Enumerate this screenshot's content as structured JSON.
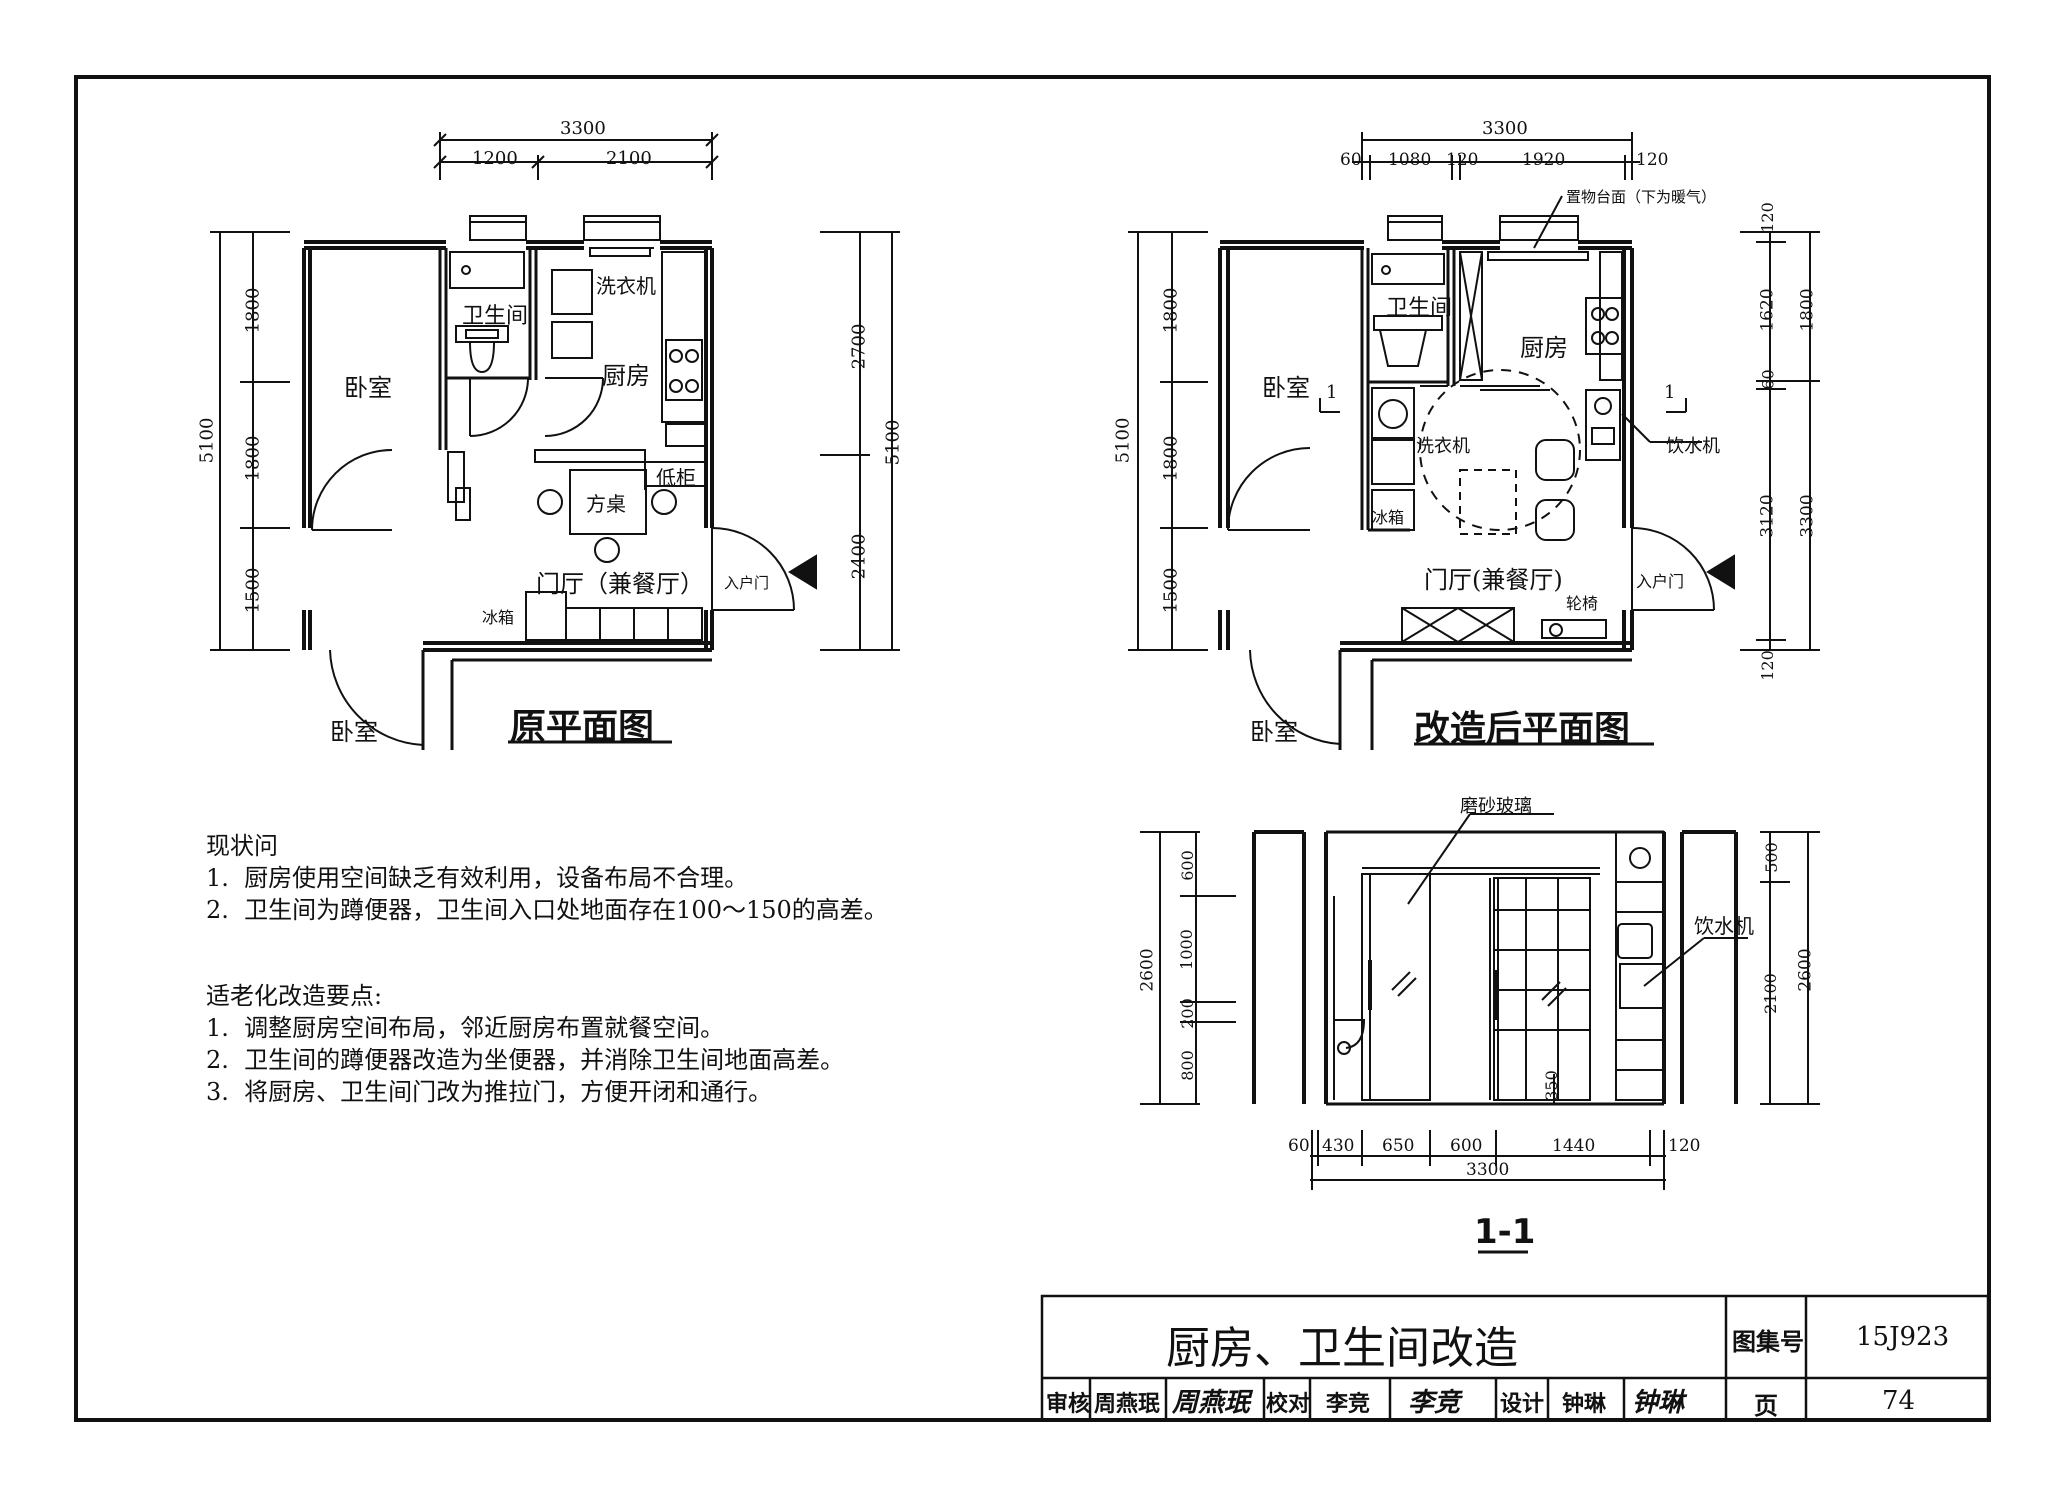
{
  "plans": {
    "original": {
      "title": "原平面图",
      "dims": {
        "overall": "3300",
        "seg1": "1200",
        "seg2": "2100",
        "left_total": "5100",
        "left1": "1800",
        "left2": "1800",
        "left3": "1500",
        "right1": "2700",
        "right2": "2400",
        "right_total": "5100"
      },
      "rooms": {
        "bedroom1": "卧室",
        "bedroom2": "卧室",
        "bathroom": "卫生间",
        "kitchen": "厨房",
        "washer": "洗衣机",
        "table": "方桌",
        "low_cabinet": "低柜",
        "hall": "门厅（兼餐厅）",
        "entry_door": "入户门",
        "fridge": "冰箱"
      }
    },
    "modified": {
      "title": "改造后平面图",
      "dims": {
        "overall": "3300",
        "seg1": "60",
        "seg2": "1080",
        "seg3": "120",
        "seg4": "1920",
        "seg5": "120",
        "left_total": "5100",
        "left1": "1800",
        "left2": "1800",
        "left3": "1500",
        "r120a": "120",
        "r1620": "1620",
        "r60": "60",
        "r3120": "3120",
        "r120b": "120",
        "r1800": "1800",
        "r3300": "3300"
      },
      "rooms": {
        "shelf": "置物台面（下为暖气）",
        "bedroom1": "卧室",
        "bedroom2": "卧室",
        "bathroom": "卫生间",
        "kitchen": "厨房",
        "washer": "洗衣机",
        "water_dispenser": "饮水机",
        "fridge": "冰箱",
        "hall": "门厅(兼餐厅)",
        "entry_door": "入户门",
        "wheelchair": "轮椅",
        "section_mark": "1"
      }
    },
    "section": {
      "title": "1-1",
      "frosted_glass": "磨砂玻璃",
      "water_dispenser": "饮水机",
      "dims": {
        "l600": "600",
        "l1000": "1000",
        "l200": "200",
        "l800": "800",
        "l2600": "2600",
        "r500": "500",
        "r2100": "2100",
        "r2600": "2600",
        "b60": "60",
        "b430": "430",
        "b650": "650",
        "b600": "600",
        "b1440": "1440",
        "b120": "120",
        "b3300": "3300",
        "h350": "350"
      }
    }
  },
  "notes": {
    "status_heading": "现状问",
    "status_items": [
      "1.  厨房使用空间缺乏有效利用，设备布局不合理。",
      "2.  卫生间为蹲便器，卫生间入口处地面存在100～150的高差。"
    ],
    "points_heading": "适老化改造要点:",
    "points_items": [
      "1.  调整厨房空间布局，邻近厨房布置就餐空间。",
      "2.  卫生间的蹲便器改造为坐便器，并消除卫生间地面高差。",
      "3.  将厨房、卫生间门改为推拉门，方便开闭和通行。"
    ]
  },
  "title_block": {
    "title": "厨房、卫生间改造",
    "atlas_label": "图集号",
    "atlas_no": "15J923",
    "page_label": "页",
    "page_no": "74",
    "review_label": "审核",
    "reviewer": "周燕珉",
    "check_label": "校对",
    "checker": "李竞",
    "design_label": "设计",
    "designer": "钟琳",
    "sig_reviewer": "周燕珉",
    "sig_checker": "李竞",
    "sig_designer": "钟琳"
  }
}
